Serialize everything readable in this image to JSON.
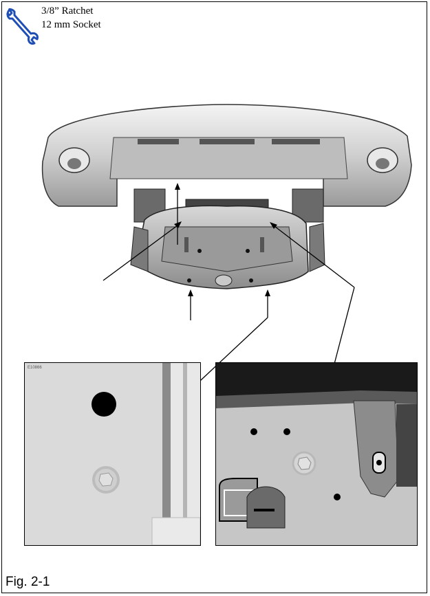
{
  "tools": {
    "line1": "3/8” Ratchet",
    "line2": "12 mm Socket"
  },
  "figure": {
    "label": "Fig. 2-1",
    "inset_code": "E10866"
  },
  "icons": {
    "tool": "wrench-icon"
  },
  "colors": {
    "wrench": "#1f4fb4",
    "border": "#000000"
  }
}
